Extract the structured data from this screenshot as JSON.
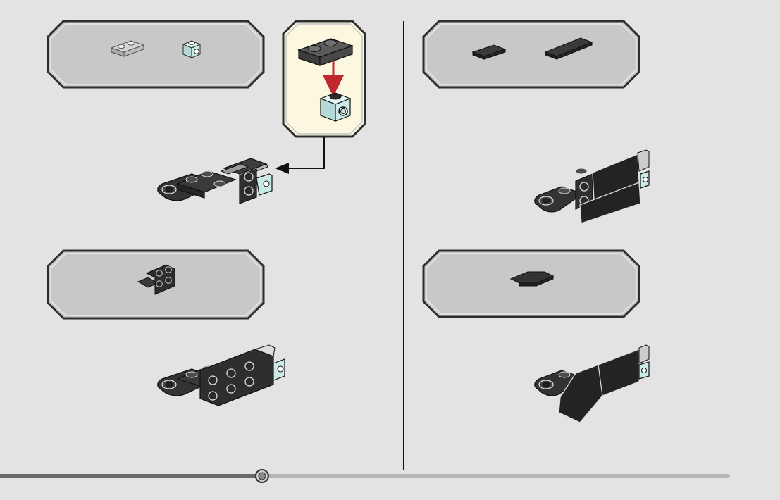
{
  "viewer": {
    "type": "building-instructions-viewer",
    "progress_fraction": 0.36,
    "colors": {
      "background": "#e3e3e3",
      "panel_fill": "#c8c8c8",
      "panel_border": "#3a3a3a",
      "callout_fill": "#fbf8df",
      "brick_dark": "#2b2b2b",
      "brick_light_gray": "#bdbdbd",
      "brick_light_aqua": "#c9e9e7",
      "arrow_red": "#c0282d",
      "track_done": "#6a6a6a",
      "track_remaining": "#b5b5b5"
    }
  },
  "steps": [
    {
      "id": "step-left-1",
      "parts": [
        "plate-1x2-light-gray",
        "brick-1x1-with-stud-on-side-light-aqua"
      ],
      "has_callout": true,
      "callout_parts": [
        "plate-1x2-dark-gray",
        "brick-1x1-with-stud-on-side-light-aqua"
      ]
    },
    {
      "id": "step-left-2",
      "parts": [
        "bracket-1x2-2x2-black"
      ]
    },
    {
      "id": "step-right-1",
      "parts": [
        "tile-1x2-black",
        "tile-1x4-black"
      ]
    },
    {
      "id": "step-right-2",
      "parts": [
        "wedge-plate-black"
      ]
    }
  ]
}
